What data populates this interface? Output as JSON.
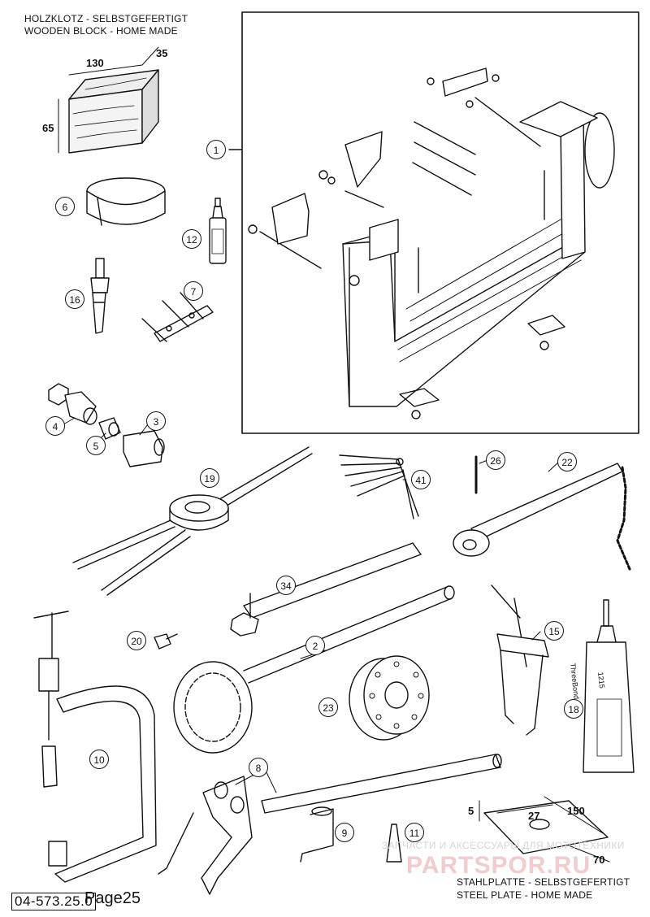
{
  "labels": {
    "wood_title_de": "HOLZKLOTZ - SELBSTGEFERTIGT",
    "wood_title_en": "WOODEN BLOCK - HOME MADE",
    "wood_dim_130": "130",
    "wood_dim_35": "35",
    "wood_dim_65": "65",
    "plate_title_de": "STAHLPLATTE - SELBSTGEFERTIGT",
    "plate_title_en": "STEEL PLATE - HOME MADE",
    "plate_dim_5": "5",
    "plate_dim_27": "27",
    "plate_dim_150": "150",
    "plate_dim_70": "70",
    "tube_brand": "ThreeBond",
    "tube_number": "1215"
  },
  "callouts": {
    "c1": "1",
    "c2": "2",
    "c3": "3",
    "c4": "4",
    "c5": "5",
    "c6": "6",
    "c7": "7",
    "c8": "8",
    "c9": "9",
    "c10": "10",
    "c11": "11",
    "c12": "12",
    "c15": "15",
    "c16": "16",
    "c18": "18",
    "c19": "19",
    "c20": "20",
    "c22": "22",
    "c23": "23",
    "c26": "26",
    "c34": "34",
    "c41": "41"
  },
  "footer": {
    "code": "04-573.25.0",
    "page": "Page25"
  },
  "watermark": {
    "small": "ЗАПЧАСТИ И АКСЕССУАРЫ ДЛЯ МОТОТЕХНИКИ",
    "big": "PARTSPOR.RU"
  }
}
